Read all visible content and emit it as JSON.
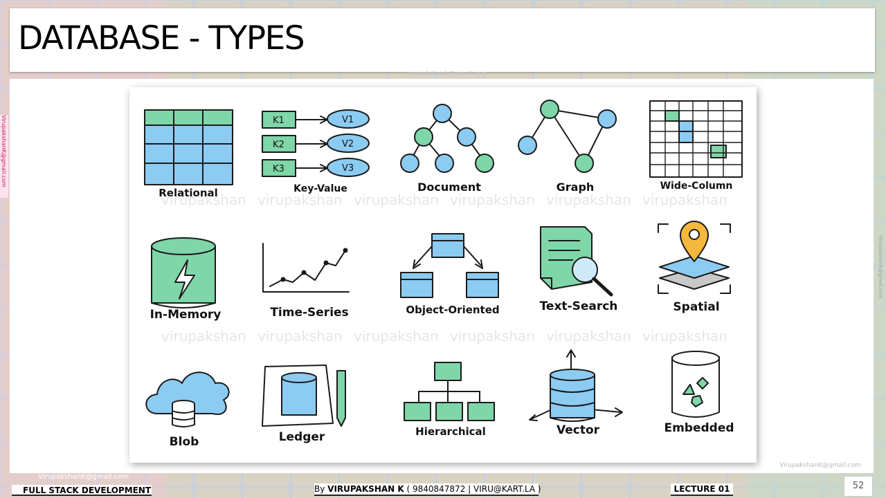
{
  "slide": {
    "title": "DATABASE - TYPES",
    "page_number": "52"
  },
  "watermarks": {
    "word": "virupakshan",
    "email_top": "virupakshank@gmail.com",
    "email_side": "VirupakshanK@gmail.com",
    "email_right": "VirupakshanK@gmail.com",
    "email_left": "VirupakshanK@gmail.com",
    "email_right_edge": "VirupakshanK@gmail.com"
  },
  "figure": {
    "types": [
      {
        "label": "Relational",
        "icon": "relational-table-icon"
      },
      {
        "label": "Key-Value",
        "icon": "key-value-icon"
      },
      {
        "label": "Document",
        "icon": "document-tree-icon"
      },
      {
        "label": "Graph",
        "icon": "graph-nodes-icon"
      },
      {
        "label": "Wide-Column",
        "icon": "wide-column-grid-icon"
      },
      {
        "label": "In-Memory",
        "icon": "in-memory-lightning-icon"
      },
      {
        "label": "Time-Series",
        "icon": "time-series-chart-icon"
      },
      {
        "label": "Object-Oriented",
        "icon": "object-oriented-icon"
      },
      {
        "label": "Text-Search",
        "icon": "text-search-icon"
      },
      {
        "label": "Spatial",
        "icon": "spatial-map-pin-icon"
      },
      {
        "label": "Blob",
        "icon": "blob-cloud-icon"
      },
      {
        "label": "Ledger",
        "icon": "ledger-book-pen-icon"
      },
      {
        "label": "Hierarchical",
        "icon": "hierarchical-icon"
      },
      {
        "label": "Vector",
        "icon": "vector-database-icon"
      },
      {
        "label": "Embedded",
        "icon": "embedded-database-icon"
      }
    ],
    "key_value": {
      "keys": [
        "K1",
        "K2",
        "K3"
      ],
      "values": [
        "V1",
        "V2",
        "V3"
      ]
    }
  },
  "footer": {
    "course": "FULL STACK DEVELOPMENT",
    "author_prefix": "By ",
    "author_name": "VIRUPAKSHAN K",
    "author_contact": " ( 9840847872 | VIRU@KART.LA )",
    "lecture": "LECTURE 01"
  },
  "colors": {
    "green": "#7fd6a8",
    "blue": "#8ccbf2",
    "pin": "#f5b83d"
  }
}
